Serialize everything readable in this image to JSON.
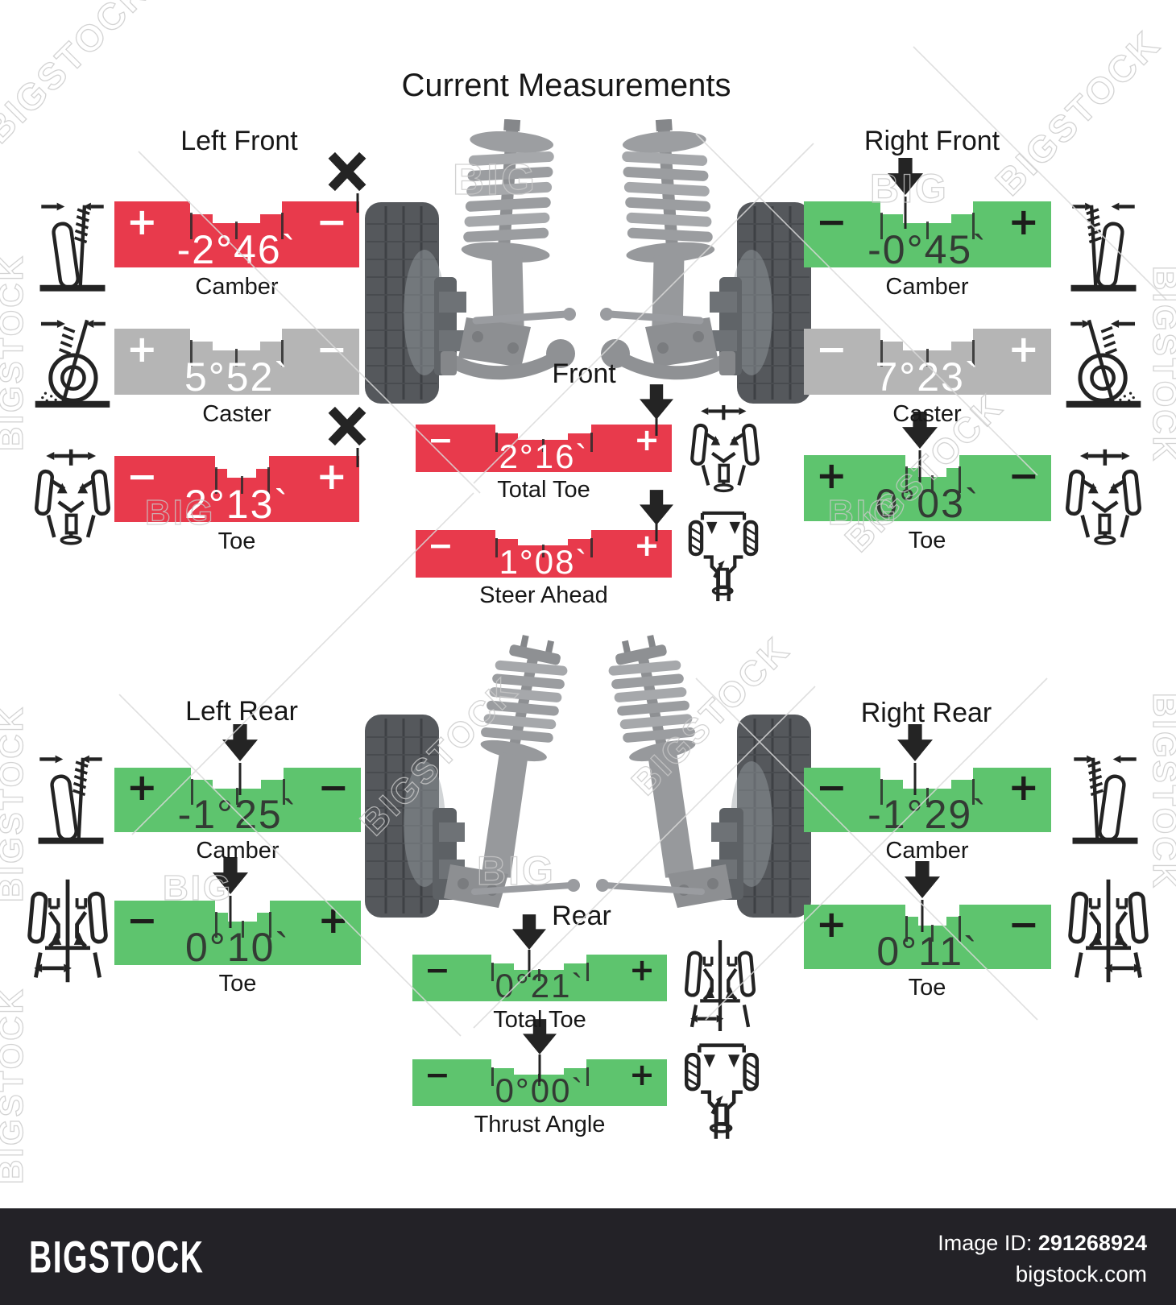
{
  "title": "Current Measurements",
  "headings": {
    "left_front": "Left Front",
    "right_front": "Right Front",
    "front": "Front",
    "left_rear": "Left Rear",
    "right_rear": "Right Rear",
    "rear": "Rear"
  },
  "gauges": {
    "lf_camber": {
      "label": "Camber",
      "value": "-2°46`",
      "sign_left": "+",
      "sign_right": "−",
      "status": "out_of_range"
    },
    "lf_caster": {
      "label": "Caster",
      "value": "5°52`",
      "sign_left": "+",
      "sign_right": "−",
      "status": "not_evaluated"
    },
    "lf_toe": {
      "label": "Toe",
      "value": "2°13`",
      "sign_left": "−",
      "sign_right": "+",
      "status": "out_of_range"
    },
    "front_total_toe": {
      "label": "Total Toe",
      "value": "2°16`",
      "sign_left": "−",
      "sign_right": "+",
      "status": "out_of_range"
    },
    "steer_ahead": {
      "label": "Steer Ahead",
      "value": "1°08`",
      "sign_left": "−",
      "sign_right": "+",
      "status": "out_of_range"
    },
    "rf_camber": {
      "label": "Camber",
      "value": "-0°45`",
      "sign_left": "−",
      "sign_right": "+",
      "status": "ok"
    },
    "rf_caster": {
      "label": "Caster",
      "value": "7°23`",
      "sign_left": "−",
      "sign_right": "+",
      "status": "not_evaluated"
    },
    "rf_toe": {
      "label": "Toe",
      "value": "0°03`",
      "sign_left": "+",
      "sign_right": "−",
      "status": "ok"
    },
    "lr_camber": {
      "label": "Camber",
      "value": "-1°25`",
      "sign_left": "+",
      "sign_right": "−",
      "status": "ok"
    },
    "lr_toe": {
      "label": "Toe",
      "value": "0°10`",
      "sign_left": "−",
      "sign_right": "+",
      "status": "ok"
    },
    "rear_total_toe": {
      "label": "Total Toe",
      "value": "0°21`",
      "sign_left": "−",
      "sign_right": "+",
      "status": "ok"
    },
    "thrust_angle": {
      "label": "Thrust Angle",
      "value": "0°00`",
      "sign_left": "−",
      "sign_right": "+",
      "status": "ok"
    },
    "rr_camber": {
      "label": "Camber",
      "value": "-1°29`",
      "sign_left": "−",
      "sign_right": "+",
      "status": "ok"
    },
    "rr_toe": {
      "label": "Toe",
      "value": "0°11`",
      "sign_left": "+",
      "sign_right": "−",
      "status": "ok"
    }
  },
  "status_colors": {
    "ok": "#5ec46e",
    "out_of_range": "#e83a4c",
    "not_evaluated": "#b5b5b5"
  },
  "watermark": {
    "brand": "BIGSTOCK",
    "short": "BIG"
  },
  "footer": {
    "logo": "BIGSTOCK",
    "image_id_label": "Image ID:",
    "image_id": "291268924",
    "website": "bigstock.com"
  }
}
